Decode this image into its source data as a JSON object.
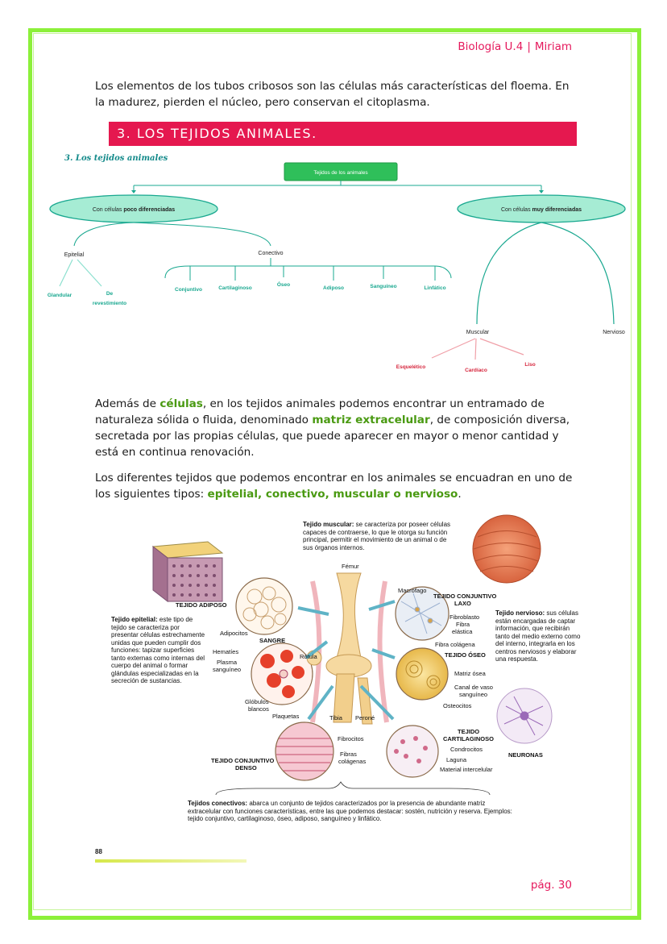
{
  "header": {
    "subject": "Biología U.4",
    "separator": "|",
    "author": "Miriam"
  },
  "intro_paragraph": "Los elementos de los tubos cribosos son las células más características del floema. En la madurez, pierden el núcleo, pero conservan el citoplasma.",
  "section_title": "3.  LOS TEJIDOS ANIMALES.",
  "concept_map": {
    "title": "3. Los tejidos animales",
    "root": "Tejidos de los animales",
    "branch_left": {
      "prefix": "Con células ",
      "bold": "poco diferenciadas"
    },
    "branch_right": {
      "prefix": "Con células ",
      "bold": "muy diferenciadas"
    },
    "epitelial": "Epitelial",
    "epitelial_children": [
      "Glandular",
      "De",
      "revestimiento"
    ],
    "conectivo": "Conectivo",
    "conectivo_children": [
      "Conjuntivo",
      "Cartilaginoso",
      "Óseo",
      "Adiposo",
      "Sanguíneo",
      "Linfático"
    ],
    "muscular": "Muscular",
    "nervioso": "Nervioso",
    "muscular_children": [
      "Esquelético",
      "Cardíaco",
      "Liso"
    ],
    "colors": {
      "teal": "#1aa890",
      "red": "#d6253c",
      "box_green": "#2fbf5a"
    }
  },
  "paragraph2": {
    "t1": "Además de ",
    "b1": "células",
    "t2": ", en los tejidos animales podemos encontrar un entramado de naturaleza sólida o fluida, denominado ",
    "b2": "matriz extracelular",
    "t3": ", de composición diversa, secretada por las propias células, que puede aparecer en mayor o menor cantidad y está en continua renovación."
  },
  "paragraph3": {
    "t1": "Los diferentes tejidos que podemos encontrar en los animales se encuadran en uno de los siguientes tipos: ",
    "b1": "epitelial, conectivo, muscular o nervioso",
    "t2": "."
  },
  "figure": {
    "muscular_title": "Tejido muscular:",
    "muscular_text": " se caracteriza por poseer células capaces de contraerse, lo que le otorga su función principal, permitir el movimiento de un animal o de sus órganos internos.",
    "epitelial_title": "Tejido epitelial:",
    "epitelial_text": " este tipo de tejido se caracteriza por presentar células estrechamente unidas que pueden cumplir dos funciones: tapizar superficies tanto externas como internas del cuerpo del animal o formar glándulas especializadas en la secreción de sustancias.",
    "nervioso_title": "Tejido nervioso:",
    "nervioso_text": " sus células están encargadas de captar información, que recibirán tanto del medio externo como del interno, integrarla en los centros nerviosos y elaborar una respuesta.",
    "conectivos_title": "Tejidos conectivos:",
    "conectivos_text": " abarca un conjunto de tejidos caracterizados por la presencia de abundante matriz extracelular con funciones características, entre las que podemos destacar: sostén, nutrición y reserva. Ejemplos: tejido conjuntivo, cartilaginoso, óseo, adiposo, sanguíneo y linfático.",
    "labels": {
      "tejido_adiposo": "TEJIDO ADIPOSO",
      "adipocitos": "Adipocitos",
      "sangre": "SANGRE",
      "hematies": "Hematíes",
      "plasma1": "Plasma",
      "plasma2": "sanguíneo",
      "globulos1": "Glóbulos",
      "globulos2": "blancos",
      "plaquetas": "Plaquetas",
      "femur": "Fémur",
      "rotula": "Rótula",
      "tibia": "Tibia",
      "perone": "Peroné",
      "macrofago": "Macrófago",
      "conj_laxo1": "TEJIDO CONJUNTIVO",
      "conj_laxo2": "LAXO",
      "fibroblasto": "Fibroblasto",
      "fibra_elastica1": "Fibra",
      "fibra_elastica2": "elástica",
      "fibra_colagena": "Fibra colágena",
      "tejido_oseo": "TEJIDO ÓSEO",
      "matriz_osea": "Matriz ósea",
      "canal1": "Canal de vaso",
      "canal2": "sanguíneo",
      "osteocitos": "Osteocitos",
      "fibrocitos": "Fibrocitos",
      "fibras1": "Fibras",
      "fibras2": "colágenas",
      "conj_denso1": "TEJIDO CONJUNTIVO",
      "conj_denso2": "DENSO",
      "cart1": "TEJIDO",
      "cart2": "CARTILAGINOSO",
      "condrocitos": "Condrocitos",
      "laguna": "Laguna",
      "material": "Material intercelular",
      "neuronas": "NEURONAS"
    }
  },
  "footer": {
    "book_page": "88",
    "page_label": "pág. 30"
  }
}
